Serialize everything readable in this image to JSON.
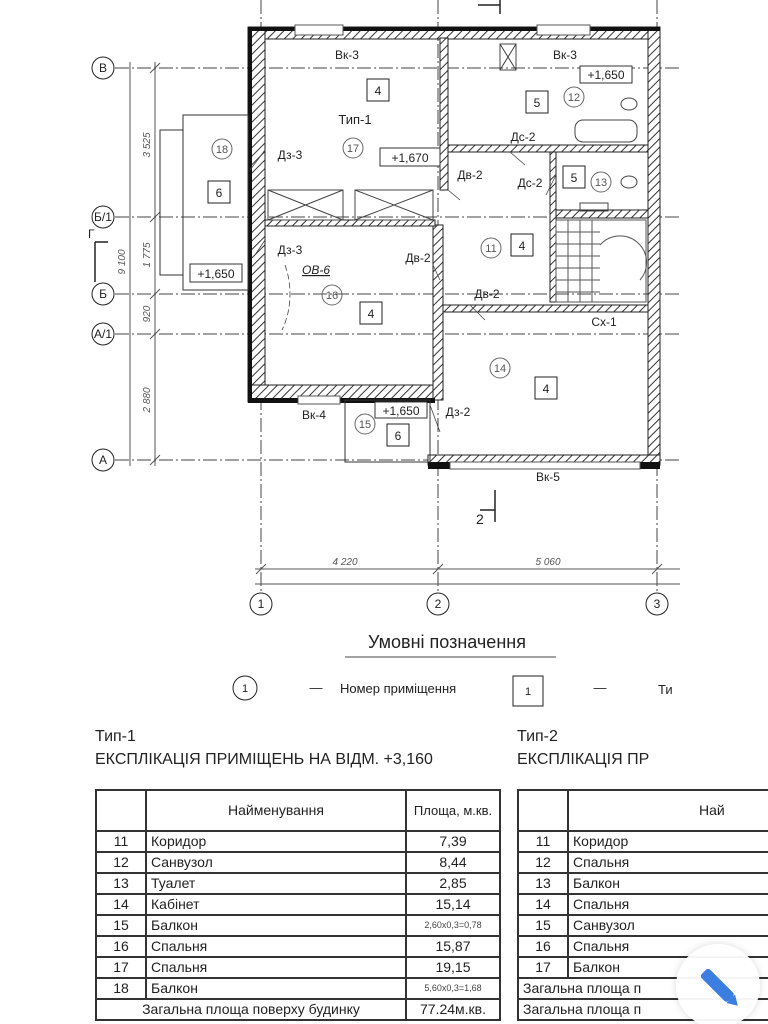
{
  "plan": {
    "axes_rows": [
      "В",
      "Б/1",
      "Б",
      "А/1",
      "А"
    ],
    "axes_cols": [
      "1",
      "2",
      "3"
    ],
    "dims_x": [
      "4 220",
      "5 060"
    ],
    "dims_y": [
      "3 525",
      "1 775",
      "920",
      "2 880"
    ],
    "dim_total": "9 100",
    "section_mark_left": "Г",
    "section_mark_bottom": "2",
    "windows": {
      "w1": "Вк-3",
      "w2": "Вк-3",
      "w3": "Вк-4",
      "w4": "Вк-5"
    },
    "doors": {
      "d1": "Дз-3",
      "d2": "Дв-2",
      "d3": "Дс-2",
      "d4": "Дс-2",
      "d5": "Дз-3",
      "d6": "Дв-2",
      "d7": "Дв-2",
      "d8": "Дз-2"
    },
    "ov": "ОВ-6",
    "cx": "Сх-1",
    "type_label": "Тип-1",
    "levels": {
      "l17": "+1,670",
      "l12": "+1,650",
      "l18": "+1,650",
      "l15": "+1,650"
    },
    "rooms": {
      "r11": "11",
      "r12": "12",
      "r13": "13",
      "r14": "14",
      "r15": "15",
      "r16": "16",
      "r17": "17",
      "r18": "18"
    },
    "types": {
      "t17": "4",
      "t12": "5",
      "t13": "5",
      "t11": "4",
      "t16": "4",
      "t14": "4",
      "t18": "6",
      "t15": "6"
    }
  },
  "legend": {
    "title": "Умовні позначення",
    "room_symbol": "1",
    "room_dash": "—",
    "room_text": "Номер приміщення",
    "type_symbol": "1",
    "type_dash": "—",
    "type_text": "Ти"
  },
  "table1": {
    "type": "Тип-1",
    "heading": "ЕКСПЛІКАЦІЯ ПРИМІЩЕНЬ НА ВІДМ. +3,160",
    "col_name": "Найменування",
    "col_area": "Площа, м.кв.",
    "rows": [
      {
        "n": "11",
        "name": "Коридор",
        "area": "7,39"
      },
      {
        "n": "12",
        "name": "Санвузол",
        "area": "8,44"
      },
      {
        "n": "13",
        "name": "Туалет",
        "area": "2,85"
      },
      {
        "n": "14",
        "name": "Кабінет",
        "area": "15,14"
      },
      {
        "n": "15",
        "name": "Балкон",
        "area": "2,60x0,3=0,78"
      },
      {
        "n": "16",
        "name": "Спальня",
        "area": "15,87"
      },
      {
        "n": "17",
        "name": "Спальня",
        "area": "19,15"
      },
      {
        "n": "18",
        "name": "Балкон",
        "area": "5,60x0,3=1,68"
      }
    ],
    "total_label": "Загальна площа поверху будинку",
    "total_value": "77.24м.кв."
  },
  "table2": {
    "type": "Тип-2",
    "heading": "ЕКСПЛІКАЦІЯ ПР",
    "col_name": "Най",
    "rows": [
      {
        "n": "11",
        "name": "Коридор"
      },
      {
        "n": "12",
        "name": "Спальня"
      },
      {
        "n": "13",
        "name": "Балкон"
      },
      {
        "n": "14",
        "name": "Спальня"
      },
      {
        "n": "15",
        "name": "Санвузол"
      },
      {
        "n": "16",
        "name": "Спальня"
      },
      {
        "n": "17",
        "name": "Балкон"
      }
    ],
    "total1": "Загальна площа п",
    "total2": "Загальна площа п"
  },
  "colors": {
    "accent": "#3b7de0"
  }
}
